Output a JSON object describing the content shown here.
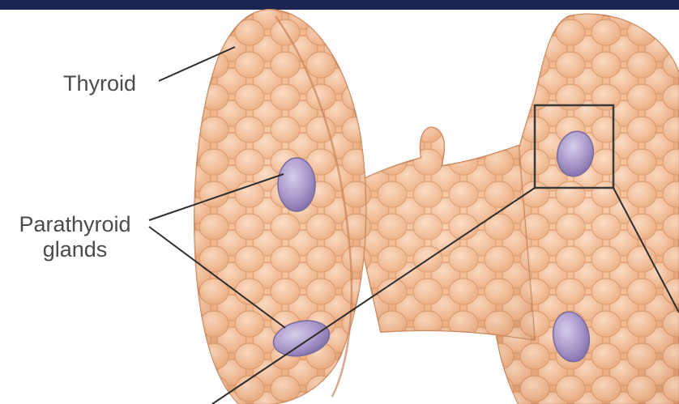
{
  "labels": {
    "thyroid": "Thyroid",
    "parathyroid_line1": "Parathyroid",
    "parathyroid_line2": "glands"
  },
  "colors": {
    "header_bar": "#1c2452",
    "thyroid_tissue": "#f2b890",
    "thyroid_tissue_dark": "#d49468",
    "parathyroid_gland": "#a696c8",
    "leader_line": "#2e2e2e"
  }
}
